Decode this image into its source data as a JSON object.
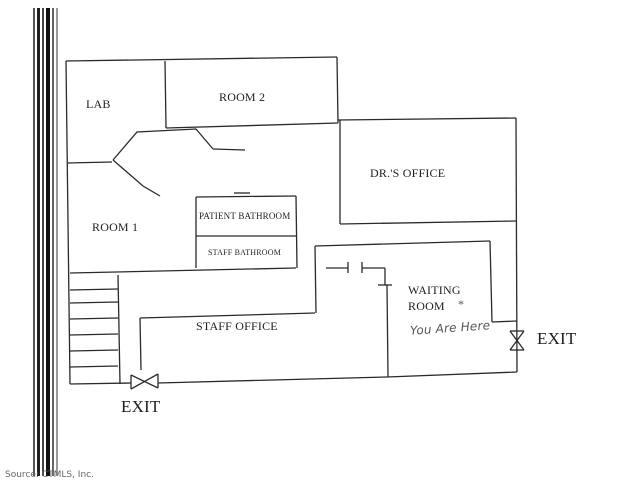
{
  "rooms": {
    "lab": "LAB",
    "room2": "ROOM 2",
    "drs_office": "DR.'S OFFICE",
    "room1": "ROOM 1",
    "patient_bathroom": "PATIENT BATHROOM",
    "staff_bathroom": "STAFF BATHROOM",
    "waiting_room_line1": "WAITING",
    "waiting_room_line2": "ROOM",
    "staff_office": "STAFF OFFICE"
  },
  "markers": {
    "you_are_here": "You Are Here",
    "star": "*"
  },
  "exits": {
    "right": "EXIT",
    "bottom": "EXIT"
  },
  "source": "Source: CTMLS, Inc."
}
